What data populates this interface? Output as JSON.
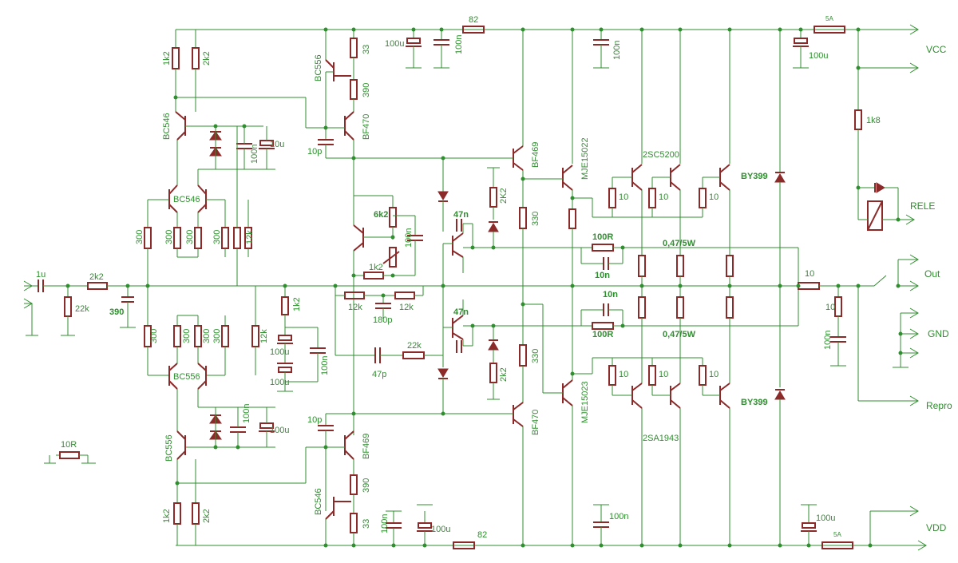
{
  "ports": {
    "vcc": "VCC",
    "vdd": "VDD",
    "out": "Out",
    "gnd": "GND",
    "repro": "Repro",
    "rele": "RELE"
  },
  "labels": {
    "c_in": "1u",
    "r_in": "2k2",
    "r_22k": "22k",
    "c_390": "390",
    "r_1k2_top": "1k2",
    "r_2k2_top": "2k2",
    "q_bc546_a": "BC546",
    "q_bc546_b": "BC546",
    "c_100n_a": "100n",
    "c_10u_a": "10u",
    "r_300_a": "300",
    "r_300_b": "300",
    "r_300_c": "300",
    "r_300_d": "300",
    "r_12k_a": "12k",
    "r_300_e": "300",
    "r_300_f": "300",
    "r_300_g": "300",
    "r_300_h": "300",
    "r_12k_b": "12k",
    "q_bc556_a": "BC556",
    "c_100n_b": "100n",
    "c_100u_b": "100u",
    "q_bc556_b": "BC556",
    "r_1k2_bot": "1k2",
    "r_2k2_bot": "2k2",
    "r_10r": "10R",
    "q_bc556_top": "BC556",
    "r_33_top": "33",
    "r_390_top": "390",
    "q_bf470_top": "BF470",
    "c_10p_top": "10p",
    "c_100u_top": "100u",
    "c_100n_top": "100n",
    "r_82_top": "82",
    "r_1k2_mid": "1k2",
    "c_100u_mid_a": "100u",
    "c_100u_mid_b": "100u",
    "c_100n_mid": "100n",
    "c_10p_bot": "10p",
    "q_bf469_bot": "BF469",
    "r_390_bot": "390",
    "q_bc546_bot": "BC546",
    "r_33_bot": "33",
    "c_100n_bot": "100n",
    "c_100u_bot": "100u",
    "r_82_bot": "82",
    "r_6k2": "6k2",
    "c_100n_vbe": "100n",
    "r_1k2_vbe": "1k2",
    "r_12k_c": "12k",
    "r_12k_d": "12k",
    "c_180p": "180p",
    "c_47p": "47p",
    "r_22k_fb": "22k",
    "c_47n_a": "47n",
    "r_2k2_a": "2K2",
    "c_47n_b": "47n",
    "r_2k2_b": "2k2",
    "q_bf469_top": "BF469",
    "r_330_a": "330",
    "r_330_b": "330",
    "q_bf470_bot": "BF470",
    "q_mje15022": "MJE15022",
    "q_mje15023": "MJE15023",
    "c_100n_rail": "100n",
    "c_100n_rail2": "100n",
    "q_2sc5200": "2SC5200",
    "q_2sa1943": "2SA1943",
    "r_10_a": "10",
    "r_10_b": "10",
    "r_10_c": "10",
    "r_10_d": "10",
    "r_10_e": "10",
    "r_10_f": "10",
    "r_100r_a": "100R",
    "c_10n_a": "10n",
    "r_100r_b": "100R",
    "c_10n_b": "10n",
    "r_047_a": "0,47/5W",
    "r_047_b": "0,47/5W",
    "d_by399_a": "BY399",
    "d_by399_b": "BY399",
    "f_5a_top": "5A",
    "c_100u_vcc": "100u",
    "f_5a_bot": "5A",
    "c_100u_vdd": "100u",
    "r_1k8": "1k8",
    "r_10_out": "10",
    "r_10_zobel": "10",
    "c_100n_zobel": "100n"
  }
}
